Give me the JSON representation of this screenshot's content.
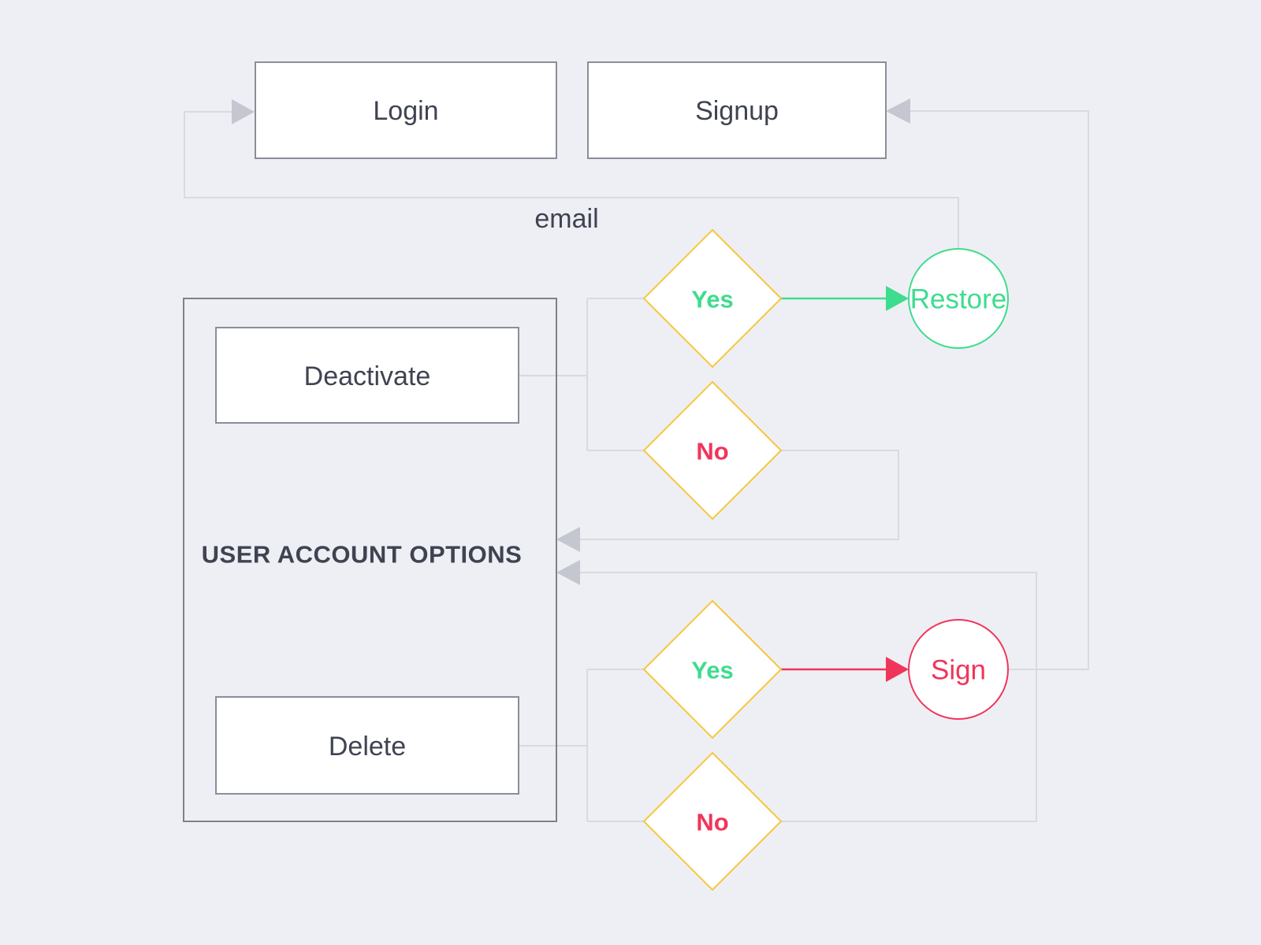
{
  "colors": {
    "background": "#eeeff4",
    "node_fill": "#ffffff",
    "node_border": "#8a8e98",
    "container_border": "#7d818c",
    "connector": "#d8dade",
    "connector_arrow": "#c4c7cf",
    "diamond_border": "#f5c73e",
    "green": "#3edc8e",
    "red": "#f0355b",
    "text_dark": "#3f4351"
  },
  "nodes": {
    "login": "Login",
    "signup": "Signup",
    "deactivate": "Deactivate",
    "delete": "Delete",
    "restore": "Restore",
    "sign": "Sign",
    "yes_top": "Yes",
    "no_top": "No",
    "yes_bottom": "Yes",
    "no_bottom": "No"
  },
  "labels": {
    "email": "email",
    "container_title": "USER ACCOUNT OPTIONS"
  },
  "edges": [
    {
      "from": "deactivate",
      "to": "yes_top/no_top",
      "color": "gray"
    },
    {
      "from": "yes_top",
      "to": "restore",
      "color": "green"
    },
    {
      "from": "restore",
      "to": "login",
      "label": "email",
      "color": "gray"
    },
    {
      "from": "no_top",
      "to": "user-account-options",
      "color": "gray"
    },
    {
      "from": "delete",
      "to": "yes_bottom/no_bottom",
      "color": "gray"
    },
    {
      "from": "yes_bottom",
      "to": "sign",
      "color": "red"
    },
    {
      "from": "sign",
      "to": "signup",
      "color": "gray"
    },
    {
      "from": "no_bottom",
      "to": "user-account-options",
      "color": "gray"
    }
  ]
}
